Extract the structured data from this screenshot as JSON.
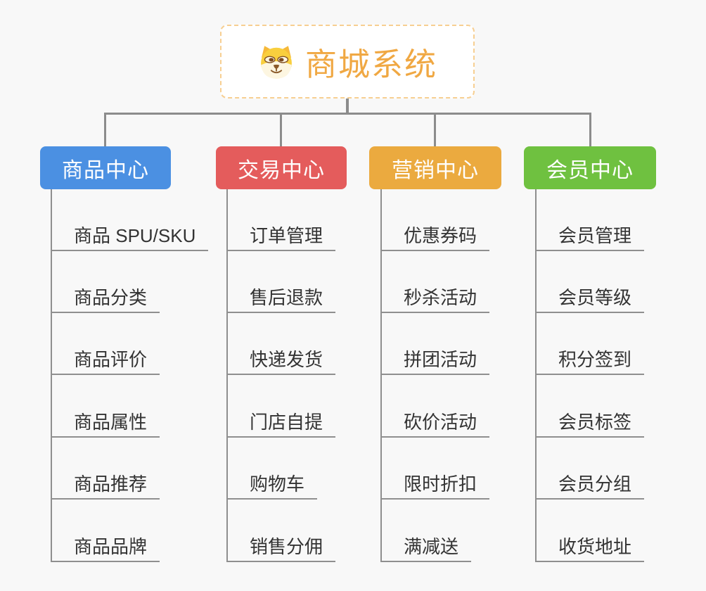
{
  "root": {
    "label": "商城系统",
    "icon": "dog-face-icon",
    "text_color": "#f0a843",
    "border_color": "#f7cf92"
  },
  "connector_color": "#8c8c8c",
  "underline_color": "#8f8f8f",
  "leaf_text_color": "#333333",
  "branches": [
    {
      "label": "商品中心",
      "color": "#4b90e2",
      "items": [
        "商品 SPU/SKU",
        "商品分类",
        "商品评价",
        "商品属性",
        "商品推荐",
        "商品品牌"
      ]
    },
    {
      "label": "交易中心",
      "color": "#e45c5c",
      "items": [
        "订单管理",
        "售后退款",
        "快递发货",
        "门店自提",
        "购物车",
        "销售分佣"
      ]
    },
    {
      "label": "营销中心",
      "color": "#ebaa3f",
      "items": [
        "优惠券码",
        "秒杀活动",
        "拼团活动",
        "砍价活动",
        "限时折扣",
        "满减送"
      ]
    },
    {
      "label": "会员中心",
      "color": "#6fc140",
      "items": [
        "会员管理",
        "会员等级",
        "积分签到",
        "会员标签",
        "会员分组",
        "收货地址"
      ]
    }
  ]
}
